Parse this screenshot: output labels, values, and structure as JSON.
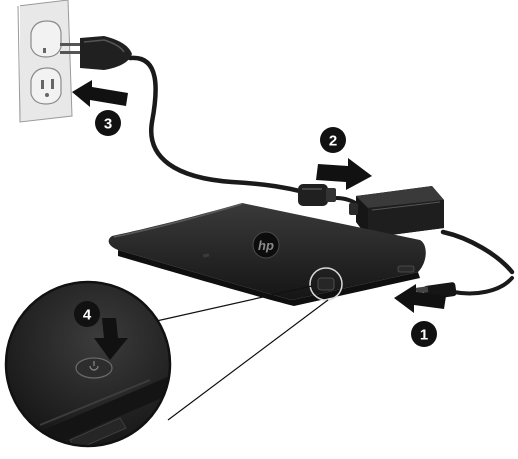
{
  "steps": [
    {
      "number": "1",
      "action": "plug-cord-into-computer"
    },
    {
      "number": "2",
      "action": "plug-cord-into-adapter"
    },
    {
      "number": "3",
      "action": "plug-into-wall-outlet"
    },
    {
      "number": "4",
      "action": "press-power-button"
    }
  ],
  "logo_text": "hp",
  "colors": {
    "device_body": "#1c1c1c",
    "outlet_plate": "#e6e6e6",
    "arrow": "#111111",
    "badge": "#111111"
  }
}
